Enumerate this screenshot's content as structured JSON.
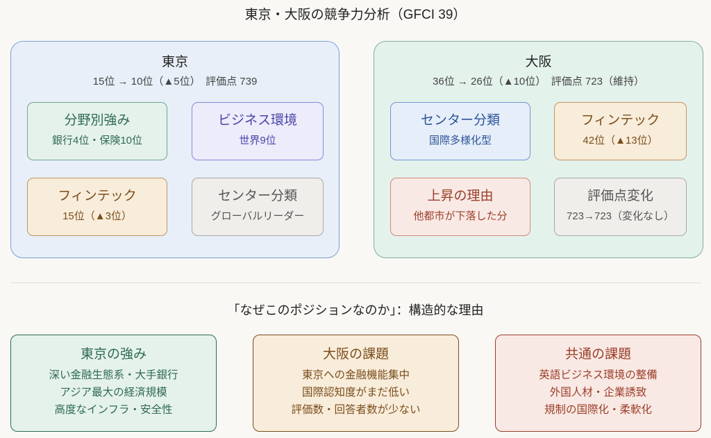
{
  "title": "東京・大阪の競争力分析（GFCI 39）",
  "tokyo": {
    "name": "東京",
    "summary": "15位 → 10位（▲5位）　評価点 739",
    "cards": [
      {
        "heading": "分野別強み",
        "detail": "銀行4位・保険10位"
      },
      {
        "heading": "ビジネス環境",
        "detail": "世界9位"
      },
      {
        "heading": "フィンテック",
        "detail": "15位（▲3位）"
      },
      {
        "heading": "センター分類",
        "detail": "グローバルリーダー"
      }
    ]
  },
  "osaka": {
    "name": "大阪",
    "summary": "36位 → 26位（▲10位）　評価点 723（維持）",
    "cards": [
      {
        "heading": "センター分類",
        "detail": "国際多様化型"
      },
      {
        "heading": "フィンテック",
        "detail": "42位（▲13位）"
      },
      {
        "heading": "上昇の理由",
        "detail": "他都市が下落した分"
      },
      {
        "heading": "評価点変化",
        "detail": "723→723（変化なし）"
      }
    ]
  },
  "section2": {
    "title": "「なぜこのポジションなのか」：構造的な理由",
    "cards": [
      {
        "heading": "東京の強み",
        "lines": [
          "深い金融生態系・大手銀行",
          "アジア最大の経済規模",
          "高度なインフラ・安全性"
        ]
      },
      {
        "heading": "大阪の課題",
        "lines": [
          "東京への金融機能集中",
          "国際認知度がまだ低い",
          "評価数・回答者数が少ない"
        ]
      },
      {
        "heading": "共通の課題",
        "lines": [
          "英語ビジネス環境の整備",
          "外国人材・企業誘致",
          "規制の国際化・柔軟化"
        ]
      }
    ]
  }
}
